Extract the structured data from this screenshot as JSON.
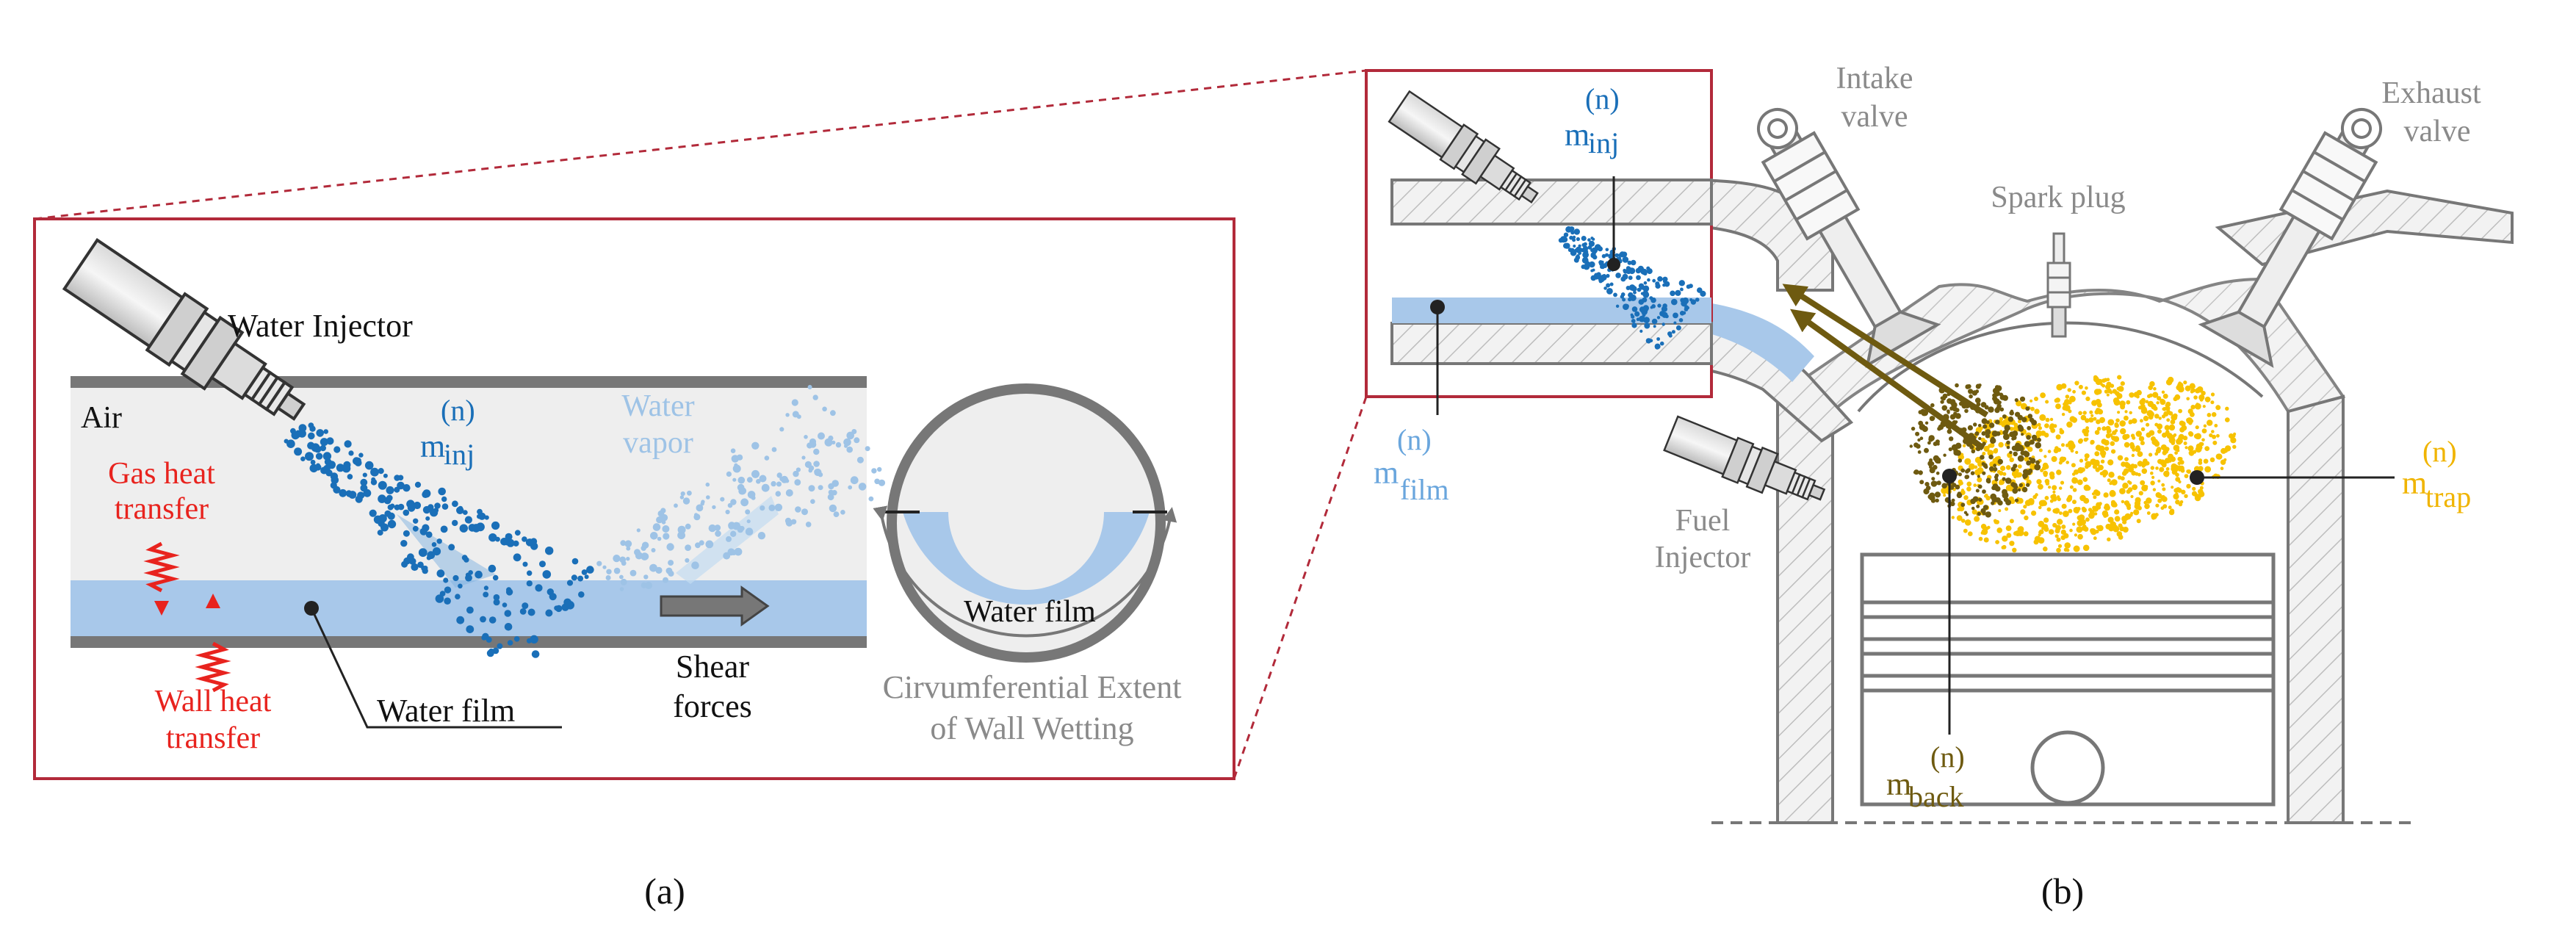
{
  "panel_a": {
    "caption": "(a)",
    "water_injector": "Water  Injector",
    "air": "Air",
    "m_inj": {
      "base": "m",
      "sup": "(n)",
      "sub": "inj"
    },
    "water_vapor": [
      "Water",
      "vapor"
    ],
    "gas_heat_transfer": [
      "Gas heat",
      "transfer"
    ],
    "wall_heat_transfer": [
      "Wall heat",
      "transfer"
    ],
    "water_film": "Water film",
    "shear_forces": [
      "Shear",
      "forces"
    ],
    "ring_water_film": "Water film",
    "circumferential": [
      "Cirvumferential Extent",
      "of Wall Wetting"
    ]
  },
  "panel_b": {
    "caption": "(b)",
    "m_inj": {
      "base": "m",
      "sup": "(n)",
      "sub": "inj"
    },
    "m_film": {
      "base": "m",
      "sup": "(n)",
      "sub": "film"
    },
    "intake_valve": [
      "Intake",
      "valve"
    ],
    "exhaust_valve": [
      "Exhaust",
      "valve"
    ],
    "spark_plug": "Spark plug",
    "fuel_injector": [
      "Fuel",
      "Injector"
    ],
    "m_trap": {
      "base": "m",
      "sup": "(n)",
      "sub": "trap"
    },
    "m_back": {
      "base": "m",
      "sup": "(n)",
      "sub": "back"
    }
  },
  "colors": {
    "frame_red": "#b22a3a",
    "water_blue": "#1a6fb8",
    "vapor_blue": "#9ec3e6",
    "film_blue": "#a8c8ea",
    "air_gray": "#eeeeee",
    "wall_gray": "#777777",
    "heat_red": "#e8231e",
    "trap_yellow": "#f7c200",
    "back_brown": "#6e5a10",
    "label_gray": "#8a8a8a"
  }
}
